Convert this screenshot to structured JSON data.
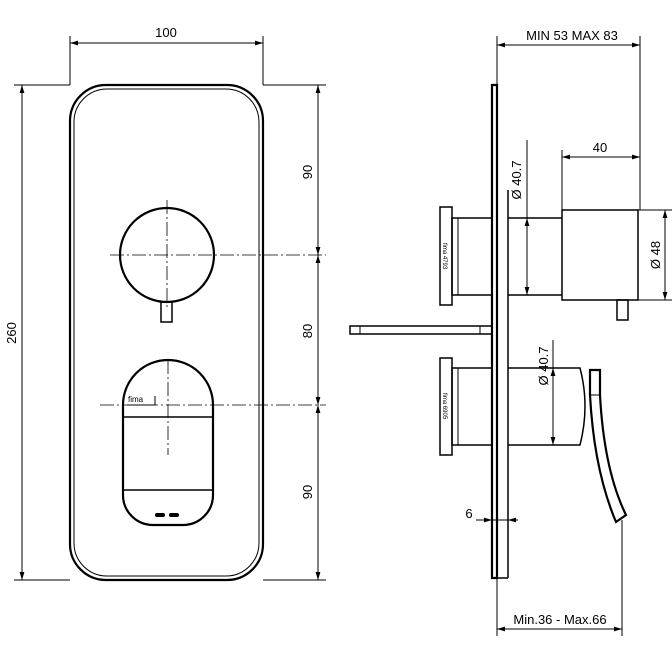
{
  "front_view": {
    "width_dim": "100",
    "height_dim": "260",
    "dim_top": "90",
    "dim_middle": "80",
    "dim_bottom": "90",
    "logo_text": "fima"
  },
  "side_view": {
    "depth_dim_top": "MIN 53 MAX 83",
    "knob_depth_dim": "40",
    "knob_diameter_dim": "Ø 48",
    "upper_body_diameter_dim": "Ø 40.7",
    "lower_body_diameter_dim": "Ø 40.7",
    "plate_thickness_dim": "6",
    "depth_dim_bottom": "Min.36 - Max.66",
    "upper_flange_label": "fima 4793",
    "lower_flange_label": "fima 6905"
  }
}
